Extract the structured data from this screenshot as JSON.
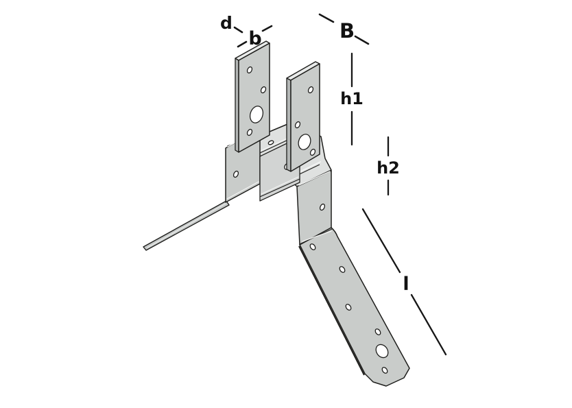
{
  "figure": {
    "dimension_labels": {
      "d": "d",
      "b": "b",
      "B": "B",
      "h1": "h1",
      "h2": "h2",
      "l": "l"
    },
    "colors": {
      "background": "#ffffff",
      "metal_face": "#c9ccca",
      "metal_top_face": "#e9ebea",
      "metal_horizontal_face": "#dfe1e0",
      "metal_side_face": "#b4b7b6",
      "metal_interior_face": "#d2d4d3",
      "outline": "#1e1e1c",
      "dimension_ink": "#161616"
    }
  }
}
